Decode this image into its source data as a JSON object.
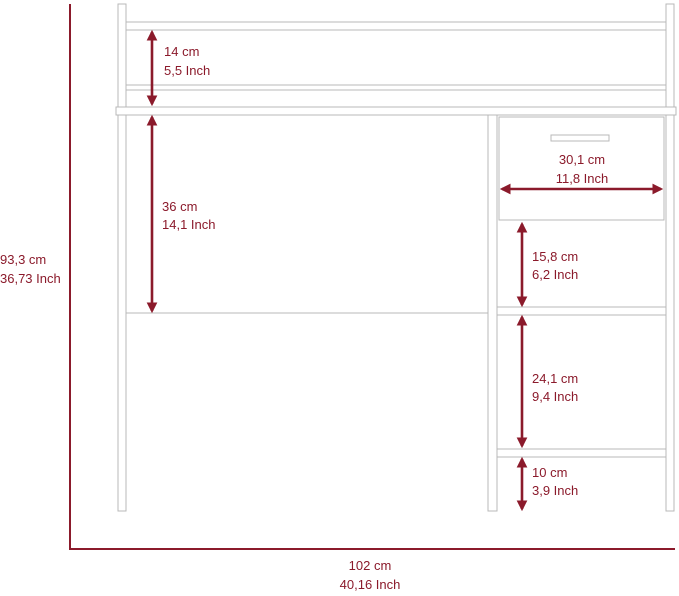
{
  "colors": {
    "accent": "#8b1a2b",
    "outline": "#b9b9b9",
    "background": "#ffffff"
  },
  "total_height": {
    "cm": "93,3 cm",
    "inch": "36,73 Inch"
  },
  "total_width": {
    "cm": "102 cm",
    "inch": "40,16 Inch"
  },
  "dimensions": {
    "top_shelf": {
      "cm": "14 cm",
      "inch": "5,5 Inch"
    },
    "desk_opening": {
      "cm": "36 cm",
      "inch": "14,1 Inch"
    },
    "drawer_width": {
      "cm": "30,1 cm",
      "inch": "11,8 Inch"
    },
    "upper_shelf": {
      "cm": "15,8 cm",
      "inch": "6,2 Inch"
    },
    "lower_shelf": {
      "cm": "24,1 cm",
      "inch": "9,4 Inch"
    },
    "base": {
      "cm": "10 cm",
      "inch": "3,9 Inch"
    }
  }
}
